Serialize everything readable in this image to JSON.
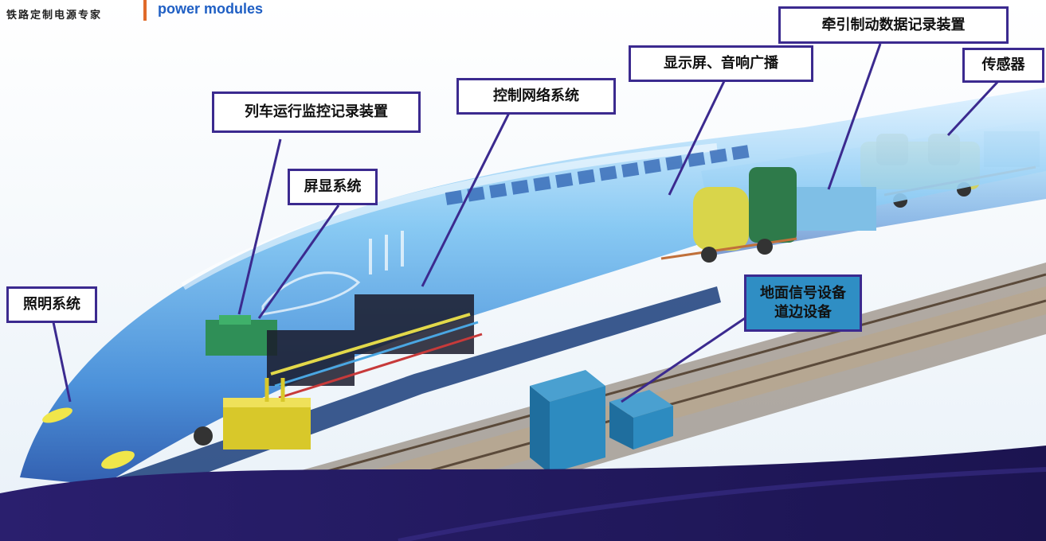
{
  "header": {
    "brand_cn": "铁路定制电源专家",
    "brand_en": "power modules"
  },
  "labels": {
    "lighting": "照明系统",
    "train_monitor": "列车运行监控记录装置",
    "screen_system": "屏显系统",
    "control_network": "控制网络系统",
    "display_audio": "显示屏、音响广播",
    "traction_brake": "牵引制动数据记录装置",
    "sensor": "传感器",
    "ground_signal_line1": "地面信号设备",
    "ground_signal_line2": "道边设备"
  },
  "colors": {
    "label_border": "#3b2a8f",
    "brand_text": "#1f5fc4",
    "brand_bar": "#e06a2a",
    "train_body": "#6fb8ee",
    "ground_device": "#2d8bc0"
  }
}
